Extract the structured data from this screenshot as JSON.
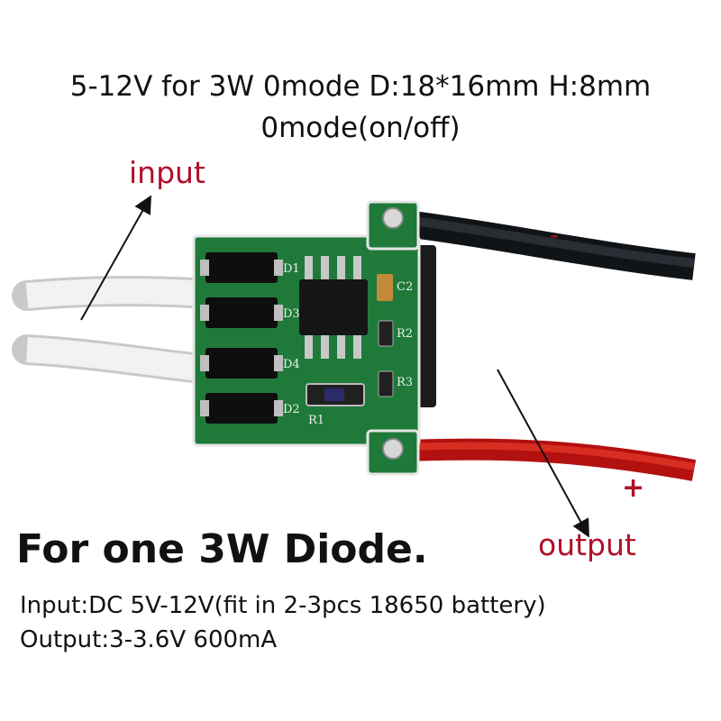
{
  "title": {
    "line1": "5-12V for 3W 0mode D:18*16mm H:8mm",
    "line2": "0mode(on/off)"
  },
  "labels": {
    "input": "input",
    "output": "output",
    "minus": "-",
    "plus": "+"
  },
  "board": {
    "silkscreen": [
      "D1",
      "D3",
      "D4",
      "D2",
      "C2",
      "R2",
      "R3",
      "R1"
    ]
  },
  "headline": "For one 3W Diode.",
  "specs": {
    "input": "Input:DC 5V-12V(fit in 2-3pcs 18650 battery)",
    "output": "Output:3-3.6V 600mA"
  },
  "colors": {
    "label_red": "#b0102a",
    "pcb_green": "#1f7a3a",
    "wire_red": "#d11a1a",
    "wire_black": "#22262c",
    "wire_white": "#eeeeee"
  }
}
